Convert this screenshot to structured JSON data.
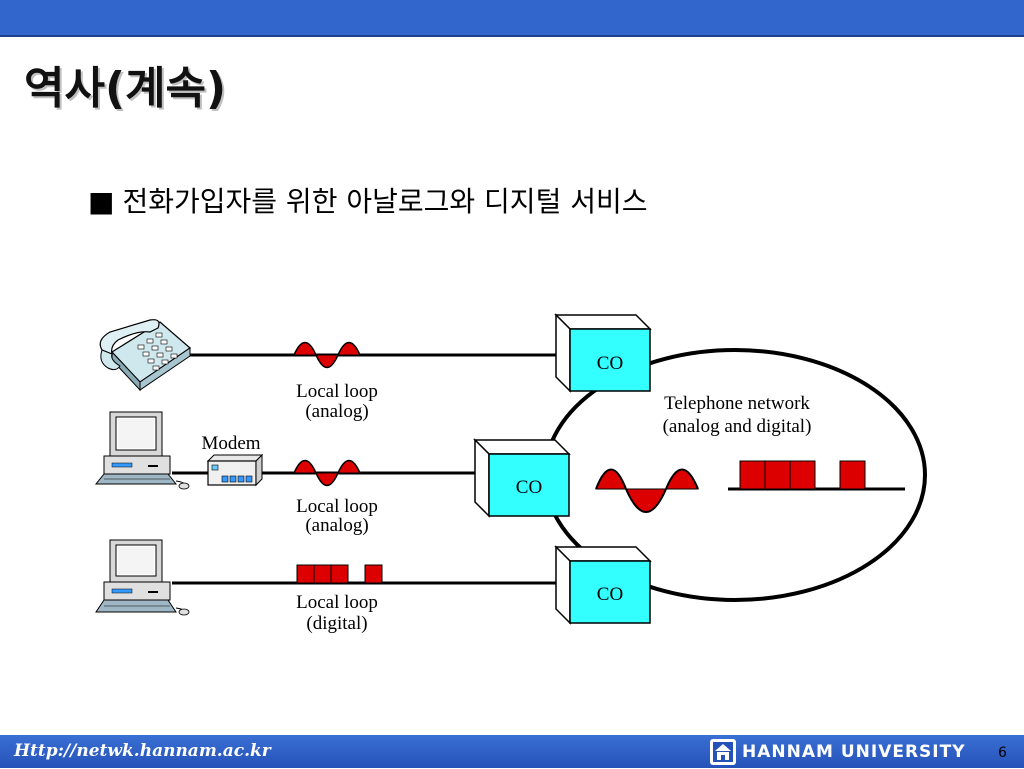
{
  "slide": {
    "title": "역사(계속)",
    "bullet_mark": "■",
    "bullet_text": "전화가입자를 위한 아날로그와 디지털 서비스"
  },
  "diagram": {
    "co_label": "CO",
    "network_label_line1": "Telephone network",
    "network_label_line2": "(analog and digital)",
    "modem_label": "Modem",
    "loops": [
      {
        "line1": "Local loop",
        "line2": "(analog)"
      },
      {
        "line1": "Local loop",
        "line2": "(analog)"
      },
      {
        "line1": "Local loop",
        "line2": "(digital)"
      }
    ],
    "colors": {
      "co_fill": "#33ffff",
      "signal": "#dd0000",
      "pulse": "#dd0000"
    }
  },
  "footer": {
    "url": "Http://netwk.hannam.ac.kr",
    "university": "HANNAM UNIVERSITY",
    "page_number": "6"
  },
  "colors": {
    "header_bar": "#3366cc",
    "footer_bar": "#2f62c8"
  }
}
